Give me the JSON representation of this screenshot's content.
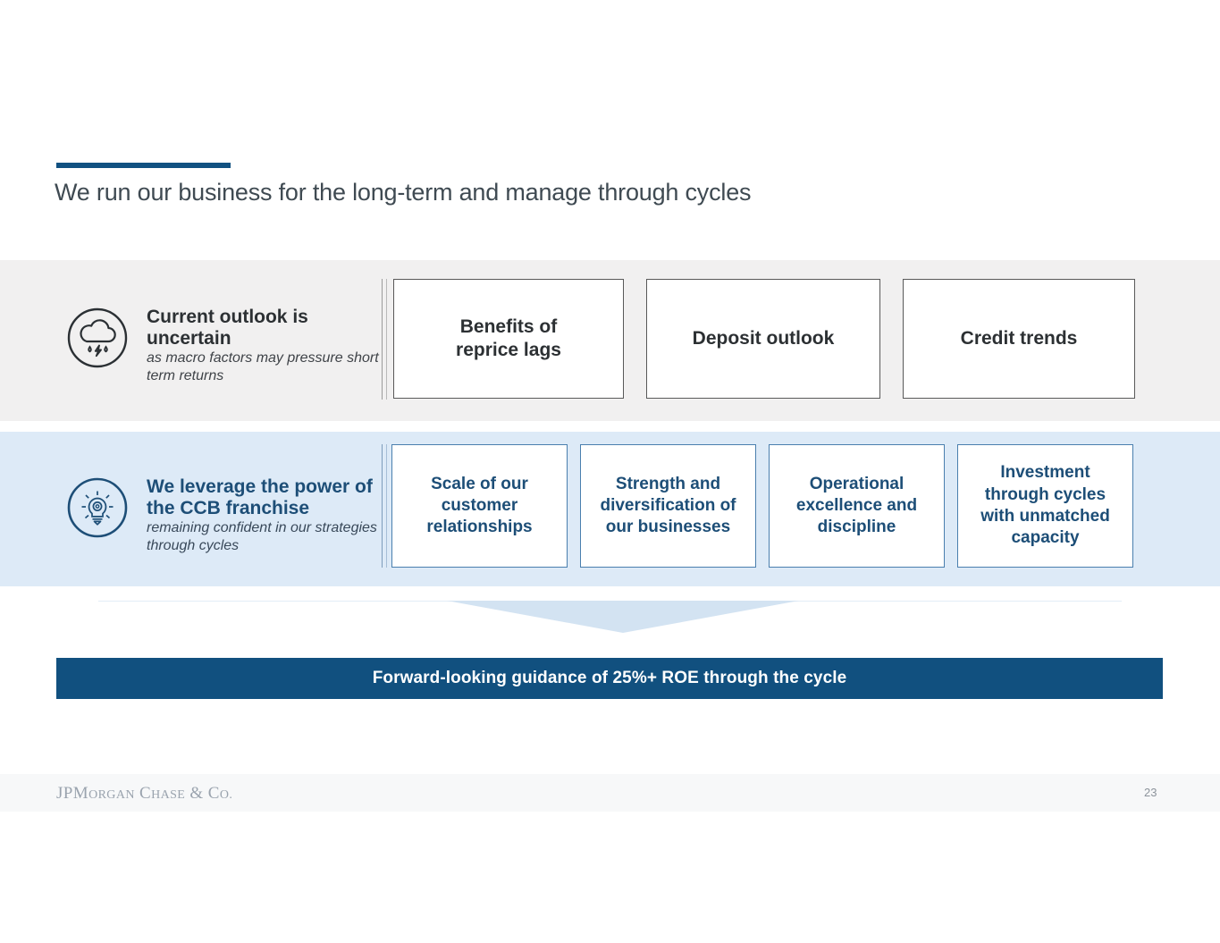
{
  "slide": {
    "title": "We run our business for the long-term and manage through cycles",
    "accent_color": "#115181"
  },
  "rows": [
    {
      "id": "current-outlook",
      "icon": "storm-cloud-icon",
      "heading": "Current outlook is uncertain",
      "subtext": "as macro factors may pressure short term returns",
      "band_color": "#f1f0f0",
      "boxes": [
        {
          "label": "Benefits of\nreprice lags"
        },
        {
          "label": "Deposit outlook"
        },
        {
          "label": "Credit trends"
        }
      ]
    },
    {
      "id": "ccb-franchise",
      "icon": "lightbulb-gear-icon",
      "heading": "We leverage the power of the CCB franchise",
      "subtext": "remaining confident in our strategies through cycles",
      "band_color": "#ddeaf7",
      "boxes": [
        {
          "label": "Scale of our\ncustomer\nrelationships"
        },
        {
          "label": "Strength and\ndiversification of\nour businesses"
        },
        {
          "label": "Operational\nexcellence and\ndiscipline"
        },
        {
          "label": "Investment\nthrough cycles\nwith unmatched\ncapacity"
        }
      ]
    }
  ],
  "banner": {
    "text": "Forward-looking guidance of 25%+ ROE through the cycle",
    "color": "#11507f"
  },
  "footer": {
    "logo_jp": "JP",
    "logo_morgan": "M",
    "logo_morgan_rest": "ORGAN",
    "logo_chase": "C",
    "logo_chase_rest": "HASE",
    "logo_amp": "&",
    "logo_co": "C",
    "logo_co_rest": "O.",
    "logo_full": "JPMorgan Chase & Co.",
    "page_number": "23"
  }
}
